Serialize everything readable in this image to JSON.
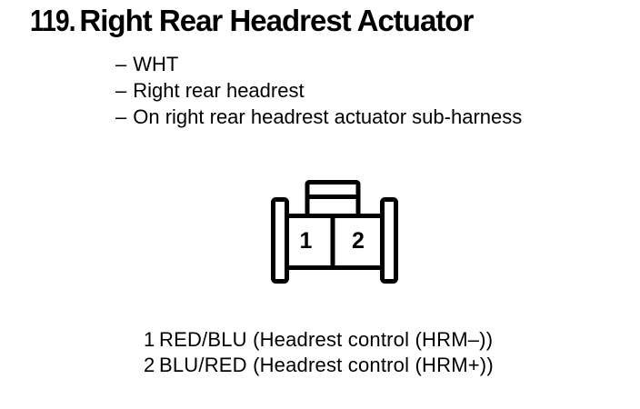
{
  "document": {
    "background": "#ffffff",
    "ink": "#000000"
  },
  "header": {
    "number": "119.",
    "title": "Right Rear Headrest Actuator"
  },
  "details": {
    "bullet": "–",
    "items": [
      "WHT",
      "Right rear headrest",
      "On right rear headrest actuator sub-harness"
    ]
  },
  "connector": {
    "cavities": [
      {
        "pin": "1"
      },
      {
        "pin": "2"
      }
    ]
  },
  "pinout": {
    "rows": [
      {
        "pin": "1",
        "description": "RED/BLU (Headrest control (HRM–))"
      },
      {
        "pin": "2",
        "description": "BLU/RED (Headrest control (HRM+))"
      }
    ]
  }
}
